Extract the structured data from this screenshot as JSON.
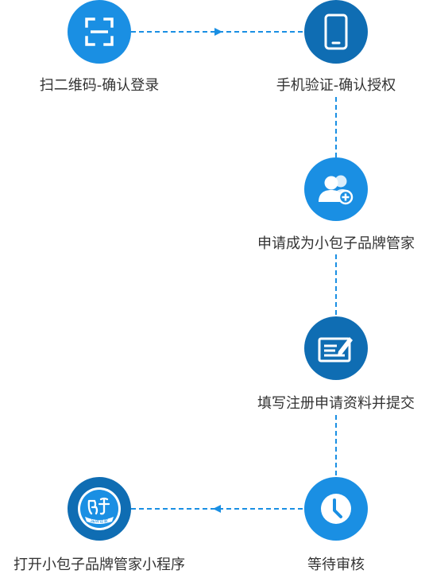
{
  "steps": [
    {
      "label": "扫二维码-确认登录",
      "icon": "qr-scan-icon",
      "color": "#1a8fe3"
    },
    {
      "label": "手机验证-确认授权",
      "icon": "mobile-phone-icon",
      "color": "#0f6db3"
    },
    {
      "label": "申请成为小包子品牌管家",
      "icon": "add-user-icon",
      "color": "#1a8fe3"
    },
    {
      "label": "填写注册申请资料并提交",
      "icon": "form-edit-icon",
      "color": "#0f6db3"
    },
    {
      "label": "等待审核",
      "icon": "clock-icon",
      "color": "#1a8fe3"
    },
    {
      "label": "打开小包子品牌管家小程序",
      "icon": "app-logo-icon",
      "color": "#0f6db3"
    }
  ],
  "logo_text": "品牌管家",
  "line_color": "#1a8fe3"
}
